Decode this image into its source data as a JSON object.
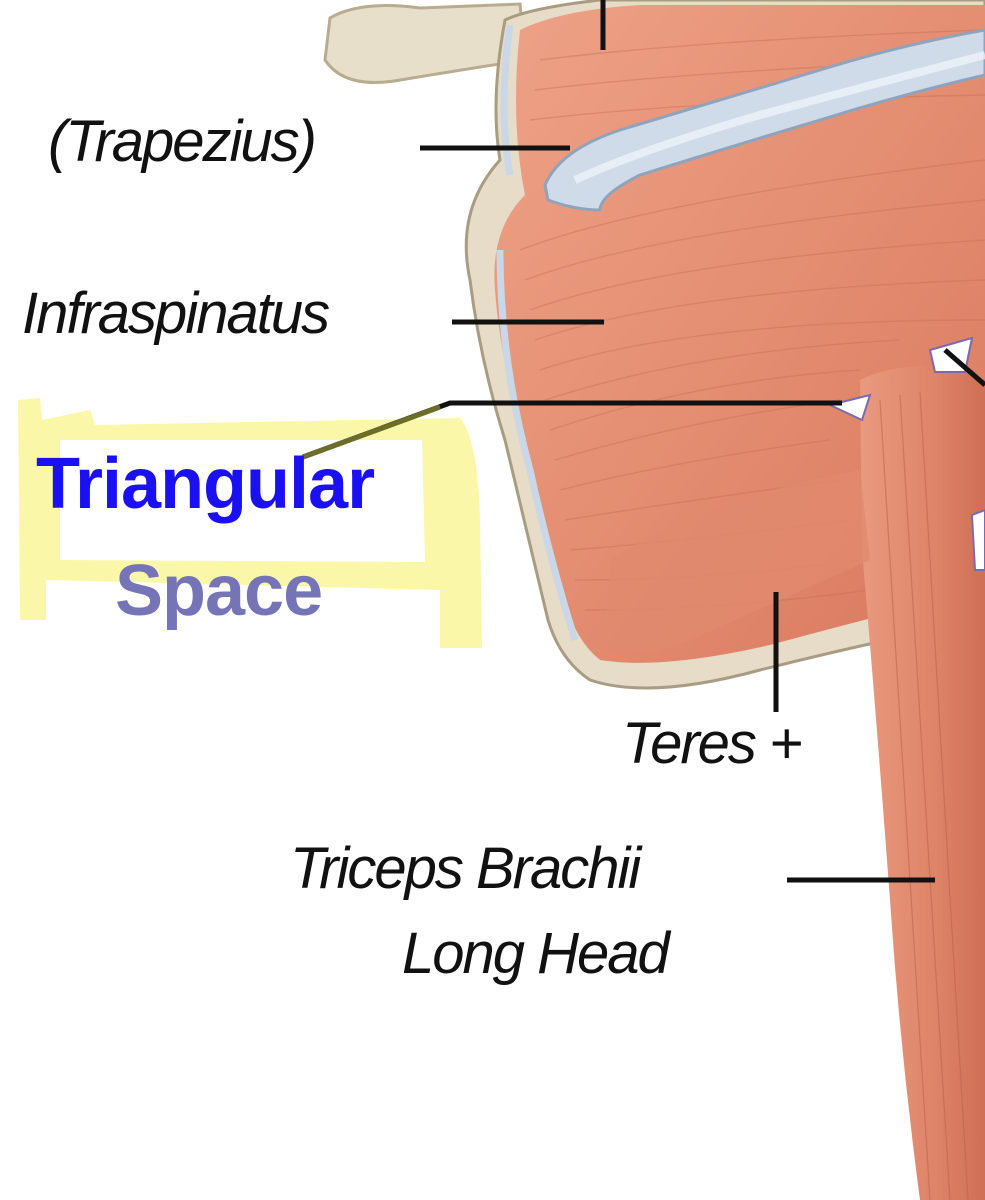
{
  "labels": {
    "trapezius": "(Trapezius)",
    "infraspinatus": "Infraspinatus",
    "triangular": "Triangular",
    "space": "Space",
    "teres": "Teres +",
    "triceps_line1": "Triceps Brachii",
    "triceps_line2": "Long Head"
  },
  "colors": {
    "muscle": "#e8967a",
    "muscle_dark": "#c9705a",
    "bone": "#e6dcc7",
    "cartilage": "#c9d7e6",
    "highlight": "#fbf6a0",
    "label_blue": "#1b10f2",
    "label_grey_blue": "#7474b6"
  }
}
